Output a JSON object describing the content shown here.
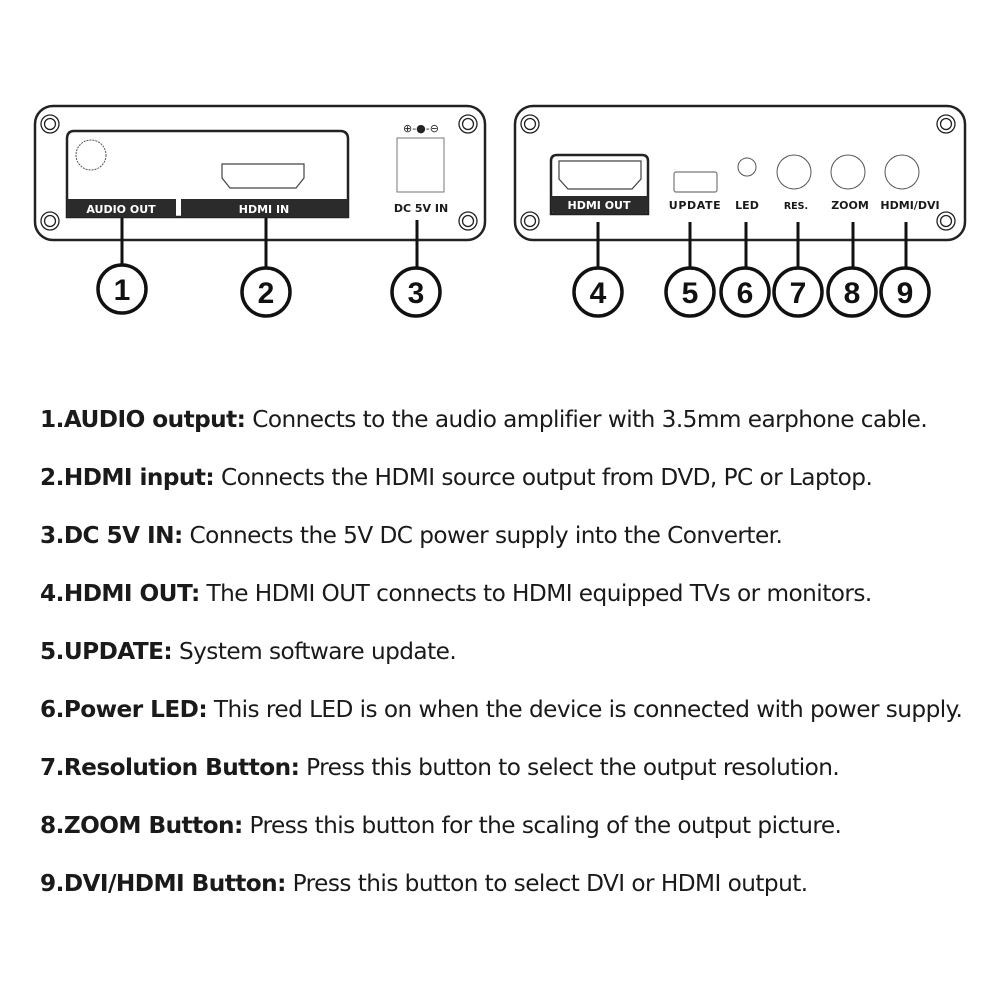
{
  "front_panel": {
    "labels": {
      "audio_out": "AUDIO OUT",
      "hdmi_in": "HDMI IN",
      "dc_in": "DC 5V IN",
      "polarity": "⊕-●-⊖"
    }
  },
  "rear_panel": {
    "labels": {
      "hdmi_out": "HDMI OUT",
      "update": "UPDATE",
      "led": "LED",
      "res": "RES.",
      "zoom": "ZOOM",
      "hdmi_dvi": "HDMI/DVI"
    }
  },
  "callouts": [
    "1",
    "2",
    "3",
    "4",
    "5",
    "6",
    "7",
    "8",
    "9"
  ],
  "descriptions": [
    {
      "num": "1.",
      "title": "AUDIO output:",
      "text": " Connects to the audio amplifier with 3.5mm earphone cable."
    },
    {
      "num": "2.",
      "title": "HDMI input:",
      "text": " Connects the HDMI source output from DVD, PC or Laptop."
    },
    {
      "num": "3.",
      "title": "DC 5V IN:",
      "text": " Connects the 5V DC power supply into the Converter."
    },
    {
      "num": "4.",
      "title": "HDMI OUT:",
      "text": " The HDMI OUT connects to HDMI equipped TVs or monitors."
    },
    {
      "num": "5.",
      "title": "UPDATE:",
      "text": " System software update."
    },
    {
      "num": "6.",
      "title": "Power LED:",
      "text": " This red LED is on when the device is connected with power supply."
    },
    {
      "num": "7.",
      "title": "Resolution Button:",
      "text": " Press this button to select the output resolution."
    },
    {
      "num": "8.",
      "title": "ZOOM Button:",
      "text": " Press this button for the scaling of the output picture."
    },
    {
      "num": "9.",
      "title": "DVI/HDMI Button:",
      "text": " Press this button to select DVI or HDMI output."
    }
  ]
}
